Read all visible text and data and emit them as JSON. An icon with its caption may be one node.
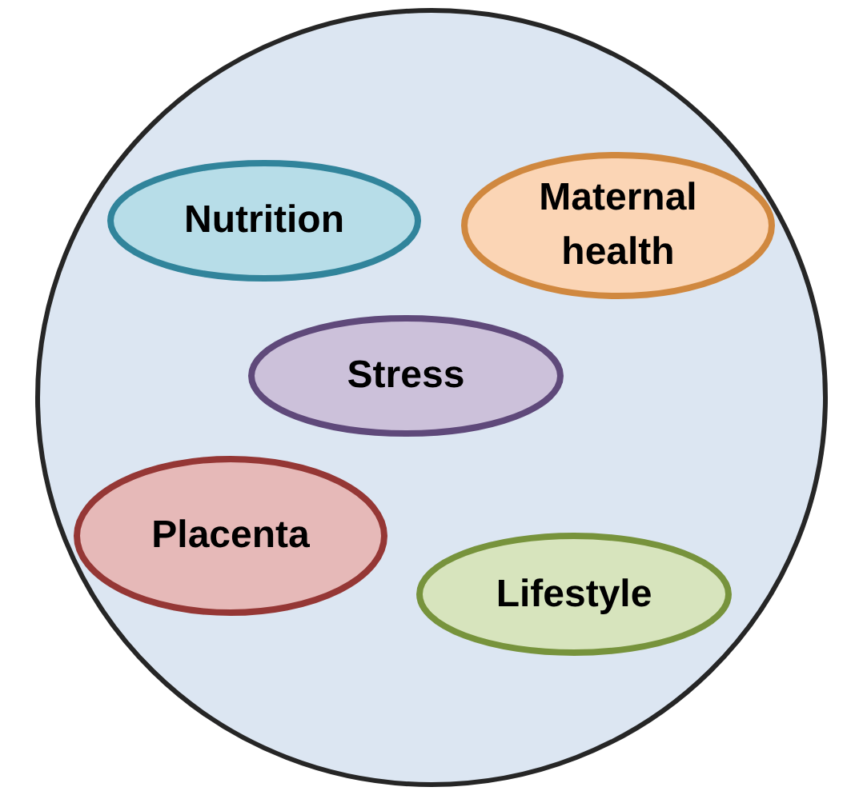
{
  "diagram": {
    "nodes": [
      {
        "text": [],
        "shape": "circle"
      },
      {
        "text": [
          "Nutrition"
        ],
        "in": 0
      },
      {
        "text": [
          "Maternal health"
        ],
        "in": 0
      },
      {
        "text": [
          "Stress"
        ],
        "in": 0
      },
      {
        "text": [
          "Placenta"
        ],
        "in": 0
      },
      {
        "text": [
          "Lifestyle"
        ],
        "in": 0
      }
    ],
    "edges": []
  }
}
